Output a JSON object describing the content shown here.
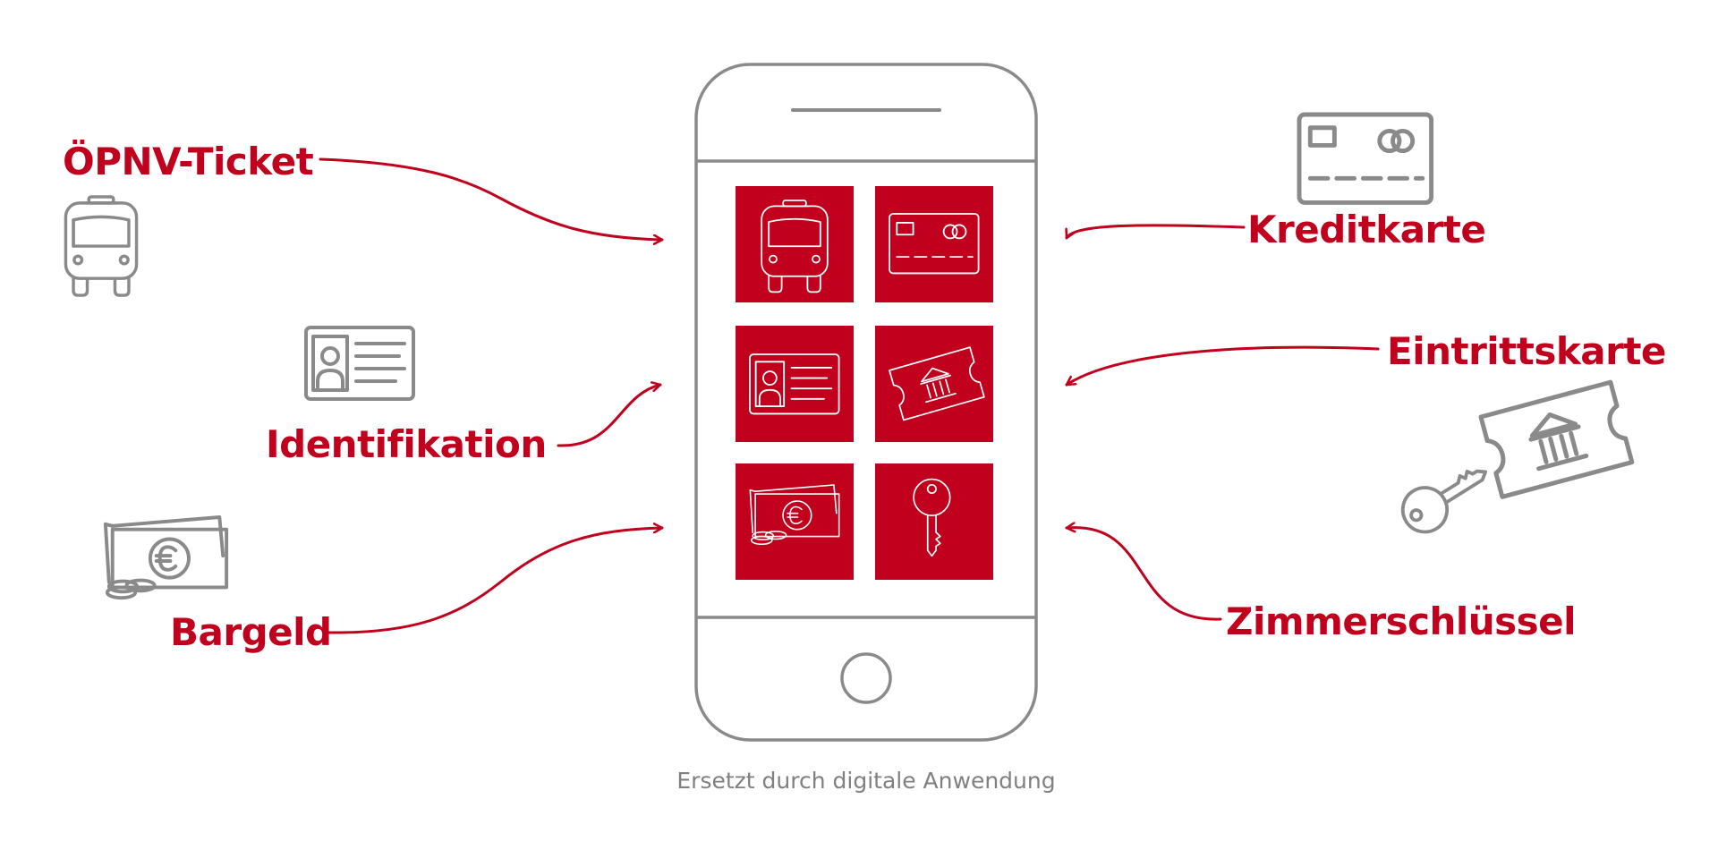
{
  "colors": {
    "accent": "#c0001c",
    "icon_gray": "#8a8a8a",
    "caption_gray": "#808080",
    "tile_icon": "#ffffff"
  },
  "labels": {
    "oepnv": "ÖPNV-Ticket",
    "identifikation": "Identifikation",
    "bargeld": "Bargeld",
    "kreditkarte": "Kreditkarte",
    "eintrittskarte": "Eintrittskarte",
    "zimmerschluessel": "Zimmerschlüssel"
  },
  "caption": "Ersetzt durch digitale Anwendung",
  "icons": {
    "left": [
      "bus-icon",
      "id-card-icon",
      "cash-icon"
    ],
    "right": [
      "credit-card-icon",
      "ticket-icon",
      "key-icon"
    ],
    "tiles": [
      "bus-icon",
      "credit-card-icon",
      "id-card-icon",
      "ticket-icon",
      "cash-icon",
      "key-icon"
    ]
  }
}
